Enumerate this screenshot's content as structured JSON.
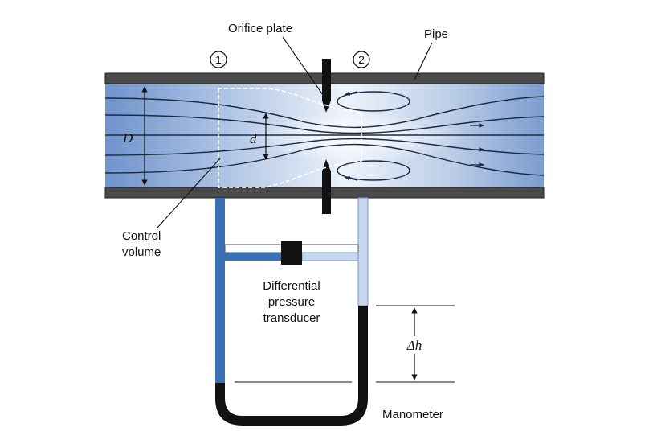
{
  "labels": {
    "orifice_plate": "Orifice plate",
    "pipe": "Pipe",
    "station_1": "1",
    "station_2": "2",
    "diameter_D": "D",
    "diameter_d": "d",
    "control": "Control",
    "volume": "volume",
    "diff_line1": "Differential",
    "diff_line2": "pressure",
    "diff_line3": "transducer",
    "delta_h": "Δh",
    "manometer": "Manometer"
  },
  "colors": {
    "pipe_wall": "#4a4a4a",
    "flow_dark": "#6f93cc",
    "flow_light": "#eef3fa",
    "tube_fluid": "#3b6fb6",
    "mercury": "#111111"
  }
}
